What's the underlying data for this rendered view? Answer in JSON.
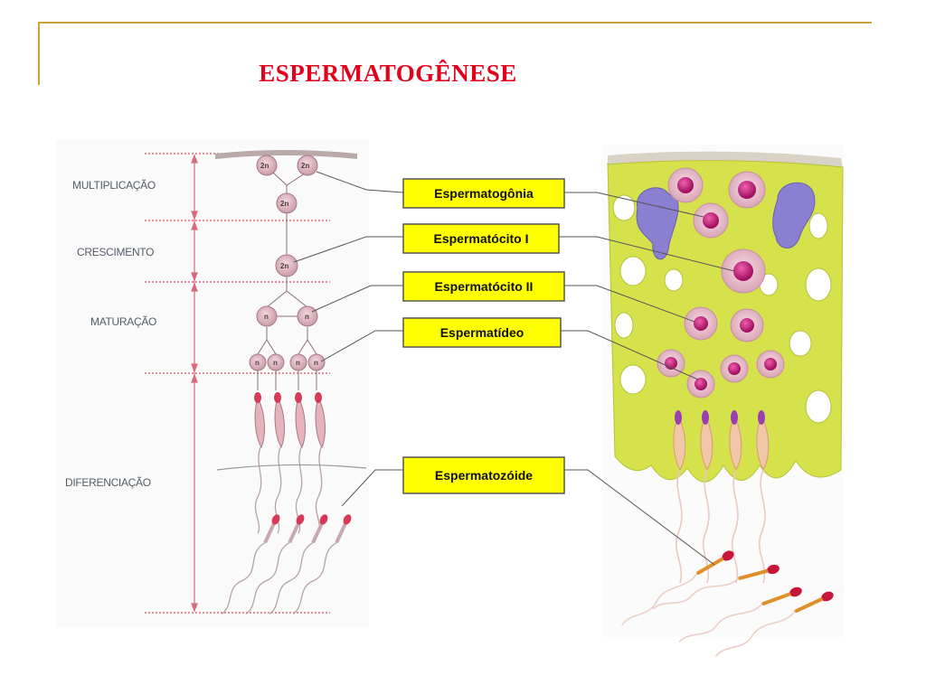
{
  "slide": {
    "title": "ESPERMATOGÊNESE"
  },
  "stages": [
    {
      "label": "MULTIPLICAÇÃO"
    },
    {
      "label": "CRESCIMENTO"
    },
    {
      "label": "MATURAÇÃO"
    },
    {
      "label": "DIFERENCIAÇÃO"
    }
  ],
  "cells": {
    "diploid": "2n",
    "haploid": "n"
  },
  "labels": [
    {
      "text": "Espermatogônia"
    },
    {
      "text": "Espermatócito I"
    },
    {
      "text": "Espermatócito II"
    },
    {
      "text": "Espermatídeo"
    },
    {
      "text": "Espermatozóide"
    }
  ],
  "colors": {
    "title": "#e3001b",
    "frame": "#c8a23a",
    "label_box": "#ffff00",
    "tissue": "#d8e54a",
    "cell_pink": "#e9b9c8",
    "nucleus": "#c8157a",
    "sertoli": "#8a7fd0"
  }
}
